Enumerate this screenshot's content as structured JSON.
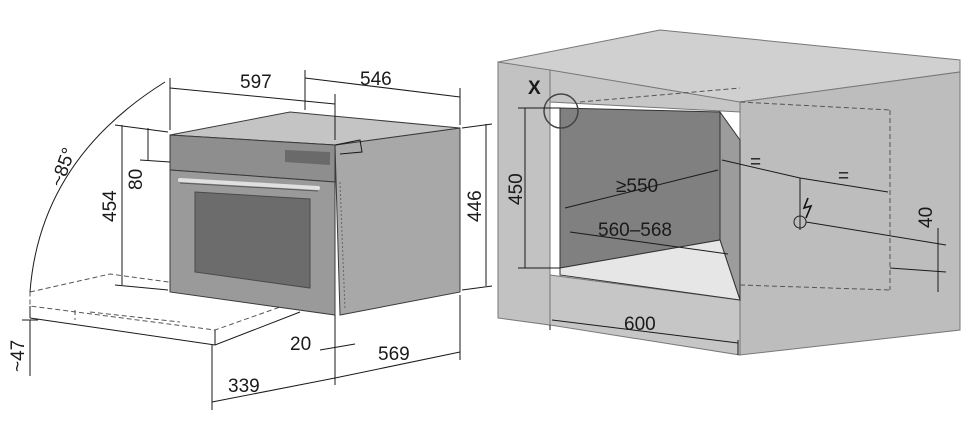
{
  "oven_dimensions": {
    "width": "597",
    "depth_body": "546",
    "height": "454",
    "control_panel_height": "80",
    "body_height": "446",
    "door_swing_angle": "~85°",
    "open_door_drop": "~47",
    "door_thickness": "20",
    "door_depth": "339",
    "total_depth": "569"
  },
  "niche_dimensions": {
    "marker": "X",
    "niche_height": "450",
    "niche_depth": "≥550",
    "niche_width": "560–568",
    "cabinet_width": "600",
    "socket_height": "40",
    "equal_left": "=",
    "equal_right": "="
  },
  "colors": {
    "cabinet_side": "#bcbcbc",
    "cabinet_top": "#d2d2d2",
    "niche_inner": "#8a8a8a",
    "oven_body": "#9c9c9c",
    "oven_glass": "#6c6c6c"
  }
}
